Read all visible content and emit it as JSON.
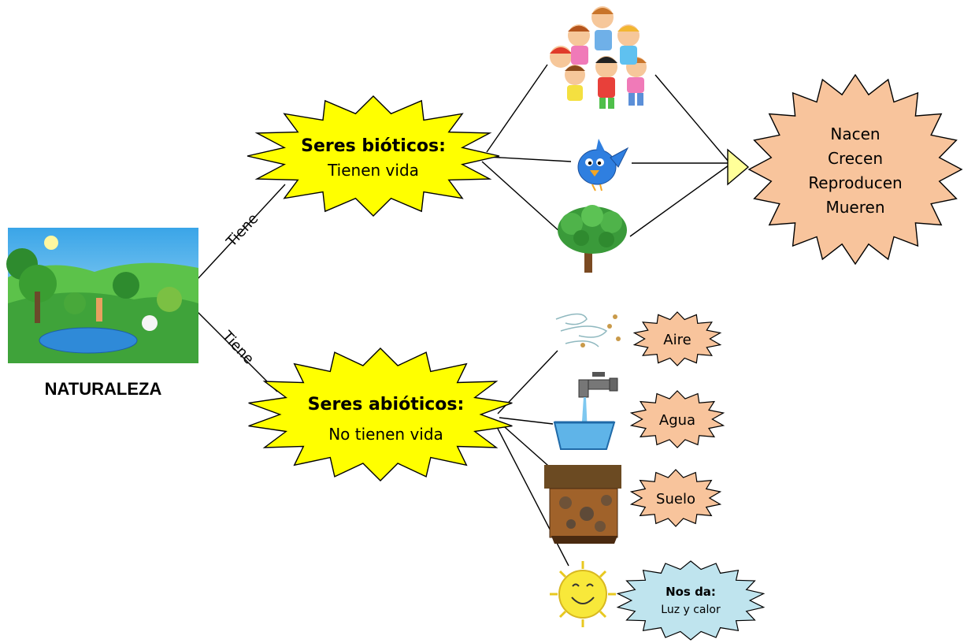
{
  "root": {
    "title": "NATURALEZA",
    "edge_label": "Tiene"
  },
  "bioticos": {
    "title": "Seres bióticos:",
    "subtitle": "Tienen vida",
    "examples": [
      "children-icon",
      "bird-icon",
      "tree-icon"
    ],
    "result": [
      "Nacen",
      "Crecen",
      "Reproducen",
      "Mueren"
    ]
  },
  "abioticos": {
    "title": "Seres abióticos:",
    "subtitle": "No tienen vida",
    "items": [
      {
        "label": "Aire",
        "icon": "wind-icon"
      },
      {
        "label": "Agua",
        "icon": "faucet-icon"
      },
      {
        "label": "Suelo",
        "icon": "soil-icon"
      }
    ],
    "sun": {
      "title": "Nos da:",
      "subtitle": "Luz y calor",
      "icon": "sun-icon"
    }
  },
  "colors": {
    "yellow_burst": "#ffff00",
    "peach_burst": "#f8c49c",
    "blue_burst": "#bfe4ee",
    "line": "#000000"
  }
}
